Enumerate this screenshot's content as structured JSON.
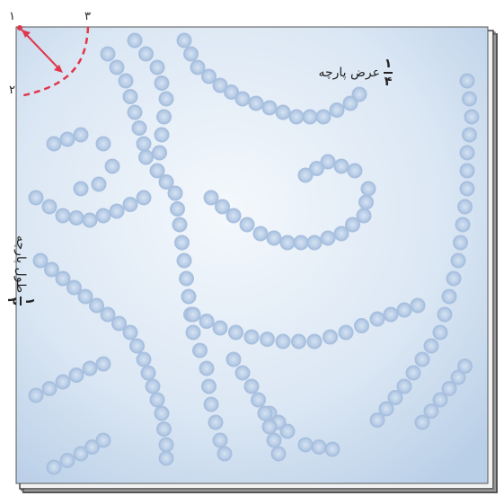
{
  "corner_labels": {
    "c1": "۱",
    "c2": "۲",
    "c3": "۳"
  },
  "width_label": {
    "numerator": "۱",
    "denominator": "۴",
    "text": "عرض پارچه"
  },
  "length_label": {
    "numerator": "۱",
    "denominator": "۲",
    "text": "طول پارچه"
  },
  "colors": {
    "fabric_light": "#e9f1f9",
    "fabric_dark": "#bfd3ea",
    "bead": "#b8cde6",
    "edge": "#444444",
    "marker": "#e0374c"
  }
}
